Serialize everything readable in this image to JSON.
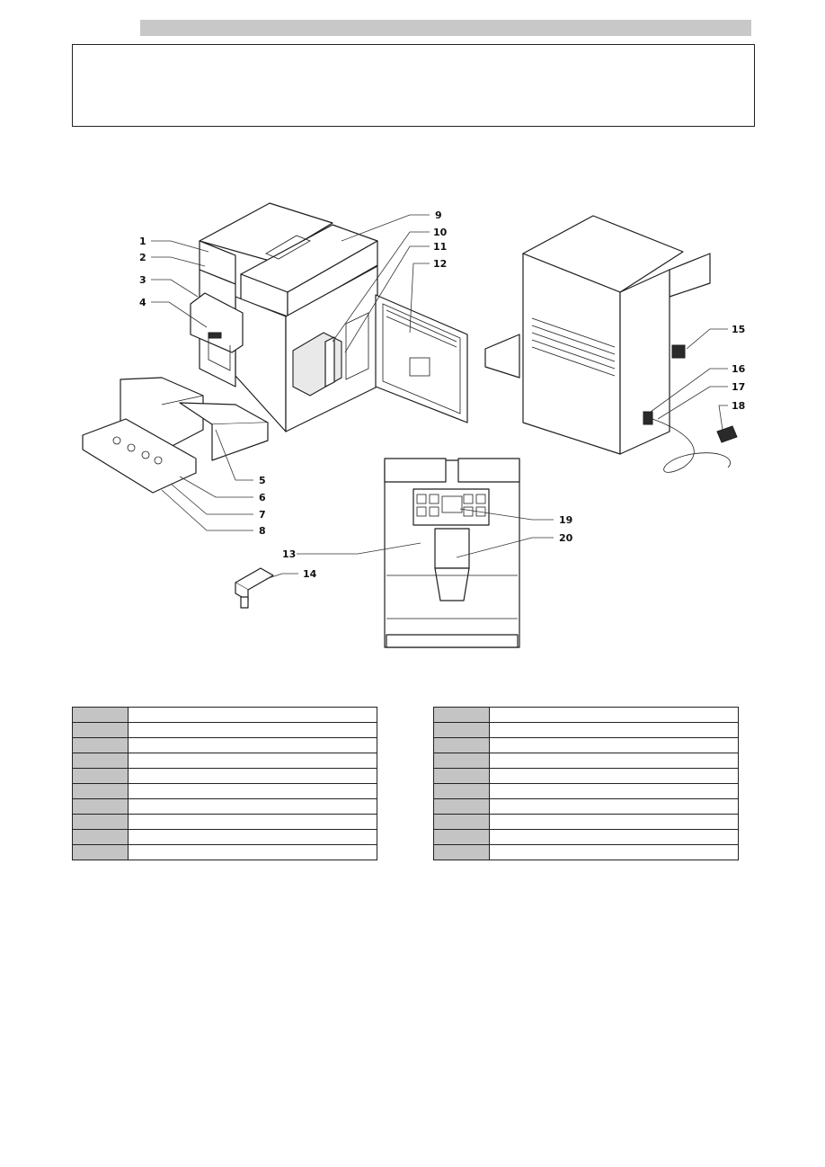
{
  "header": {
    "bar_color": "#c8c8c8"
  },
  "figure": {
    "callouts": [
      "1",
      "2",
      "3",
      "4",
      "5",
      "6",
      "7",
      "8",
      "9",
      "10",
      "11",
      "12",
      "13",
      "14",
      "15",
      "16",
      "17",
      "18",
      "19",
      "20"
    ]
  },
  "parts_table": {
    "header_color": "#c4c4c4",
    "left_rows": 10,
    "right_rows": 10
  }
}
